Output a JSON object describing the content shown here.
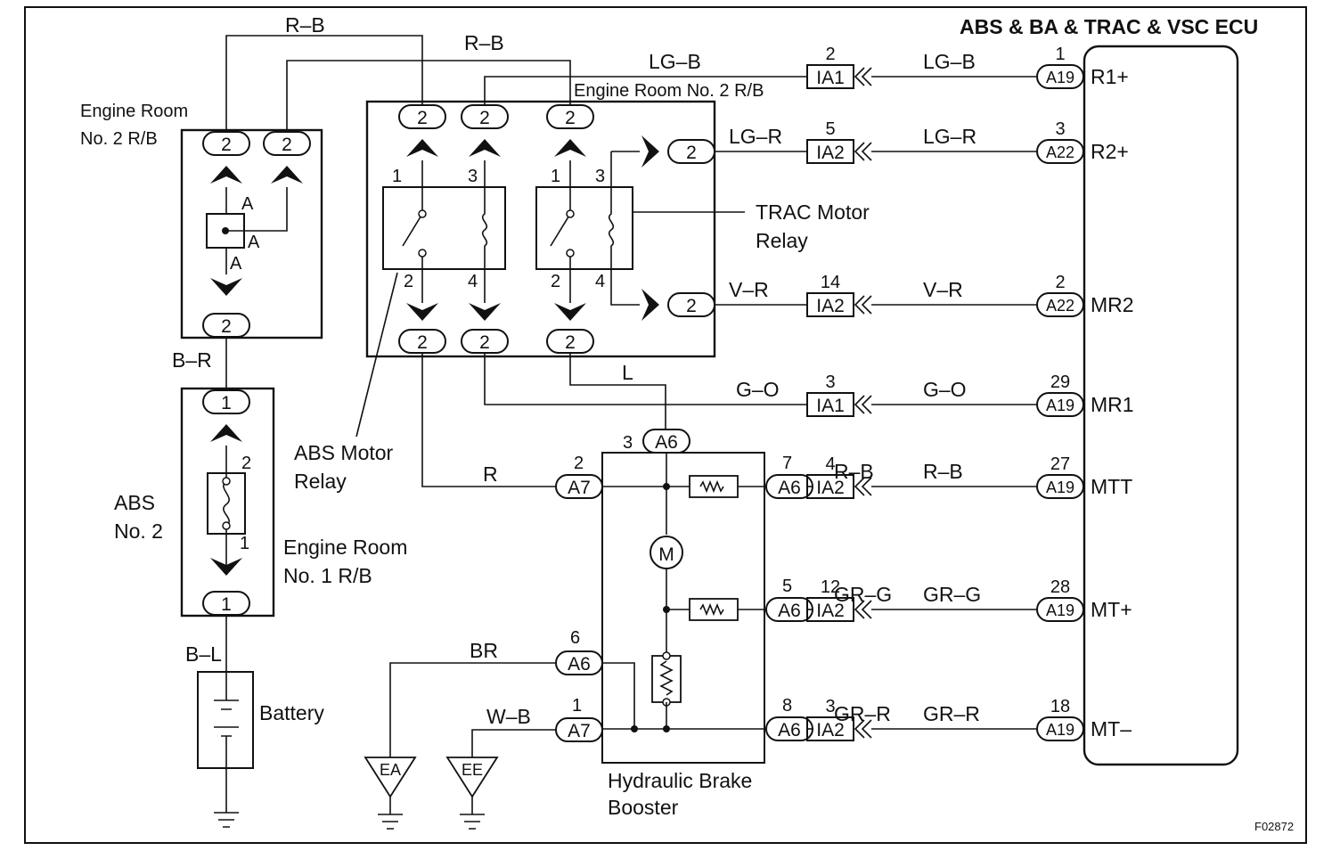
{
  "ecu": {
    "title": "ABS & BA & TRAC & VSC ECU",
    "terminals": [
      {
        "name": "R1+",
        "pin": "1",
        "conn": "A19"
      },
      {
        "name": "R2+",
        "pin": "3",
        "conn": "A22"
      },
      {
        "name": "MR2",
        "pin": "2",
        "conn": "A22"
      },
      {
        "name": "MR1",
        "pin": "29",
        "conn": "A19"
      },
      {
        "name": "MTT",
        "pin": "27",
        "conn": "A19"
      },
      {
        "name": "MT+",
        "pin": "28",
        "conn": "A19"
      },
      {
        "name": "MT–",
        "pin": "18",
        "conn": "A19"
      }
    ]
  },
  "junctions": [
    {
      "name": "IA1",
      "pin": "2"
    },
    {
      "name": "IA2",
      "pin": "5"
    },
    {
      "name": "IA2",
      "pin": "14"
    },
    {
      "name": "IA1",
      "pin": "3"
    },
    {
      "name": "IA2",
      "pin": "4"
    },
    {
      "name": "IA2",
      "pin": "12"
    },
    {
      "name": "IA2",
      "pin": "3"
    }
  ],
  "wires": {
    "rb_top": "R–B",
    "rb_mid": "R–B",
    "lgb": "LG–B",
    "lgr": "LG–R",
    "vr": "V–R",
    "go": "G–O",
    "rb": "R–B",
    "grg": "GR–G",
    "grr": "GR–R",
    "r": "R",
    "l": "L",
    "br": "BR",
    "wb": "W–B",
    "b_r": "B–R",
    "b_l": "B–L"
  },
  "blocks": {
    "er2_left_line1": "Engine Room",
    "er2_left_line2": "No. 2 R/B",
    "er2_main": "Engine Room No. 2 R/B",
    "trac_relay_line1": "TRAC Motor",
    "trac_relay_line2": "Relay",
    "abs_relay_line1": "ABS Motor",
    "abs_relay_line2": "Relay",
    "abs_fuse_line1": "ABS",
    "abs_fuse_line2": "No. 2",
    "er1_line1": "Engine Room",
    "er1_line2": "No. 1 R/B",
    "battery": "Battery",
    "booster_line1": "Hydraulic Brake",
    "booster_line2": "Booster",
    "motor": "M"
  },
  "connectors": {
    "a6": "A6",
    "a7": "A7",
    "two": "2",
    "one": "1",
    "pin_a": "A"
  },
  "pins": {
    "relay_1": "1",
    "relay_2": "2",
    "relay_3": "3",
    "relay_4": "4",
    "a6_top": "3",
    "a7_r": "2",
    "a6_mtt": "7",
    "a6_mtplus": "5",
    "a6_br": "6",
    "a7_wb": "1",
    "a6_mtminus": "8",
    "fuse_top": "2",
    "fuse_bottom": "1"
  },
  "grounds": {
    "ea": "EA",
    "ee": "EE"
  },
  "figure_id": "F02872"
}
